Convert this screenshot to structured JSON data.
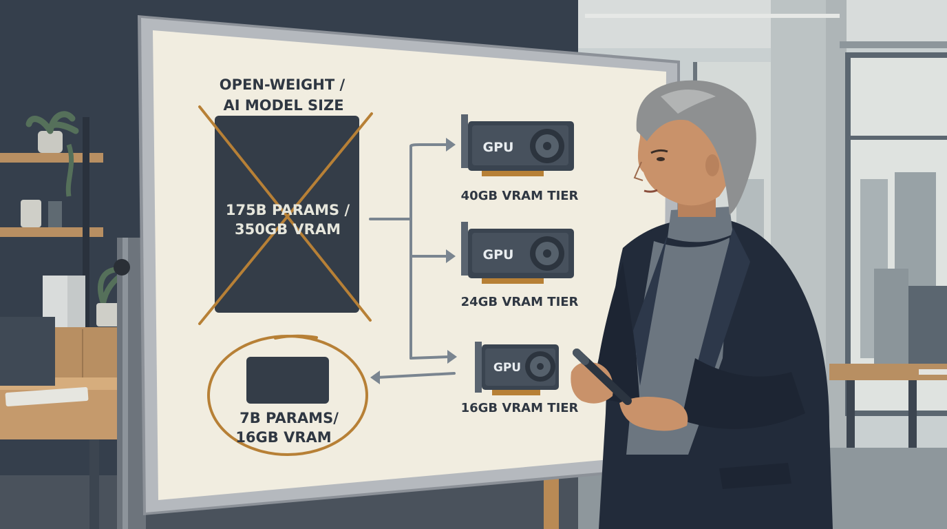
{
  "board": {
    "title_line1": "OPEN-WEIGHT /",
    "title_line2": "AI MODEL SIZE",
    "big_model_line1": "175B PARAMS /",
    "big_model_line2": "350GB VRAM",
    "small_model_line1": "7B PARAMS/",
    "small_model_line2": "16GB VRAM"
  },
  "gpus": [
    {
      "chip_label": "GPU",
      "tier_label": "40GB VRAM TIER"
    },
    {
      "chip_label": "GPU",
      "tier_label": "24GB VRAM TIER"
    },
    {
      "chip_label": "GPU",
      "tier_label": "16GB VRAM TIER"
    }
  ],
  "colors": {
    "board_surface": "#f1ede0",
    "board_frame": "#8c9198",
    "ink_dark": "#2f3742",
    "marker_orange": "#b78036",
    "arrow_gray": "#7a8590",
    "office_wall": "#3a4452",
    "window_light": "#cfd6d6",
    "desk_wood": "#b88f62",
    "blazer": "#222b3a",
    "turtleneck": "#6c7680",
    "hair": "#8e9091",
    "skin": "#c9926a"
  }
}
